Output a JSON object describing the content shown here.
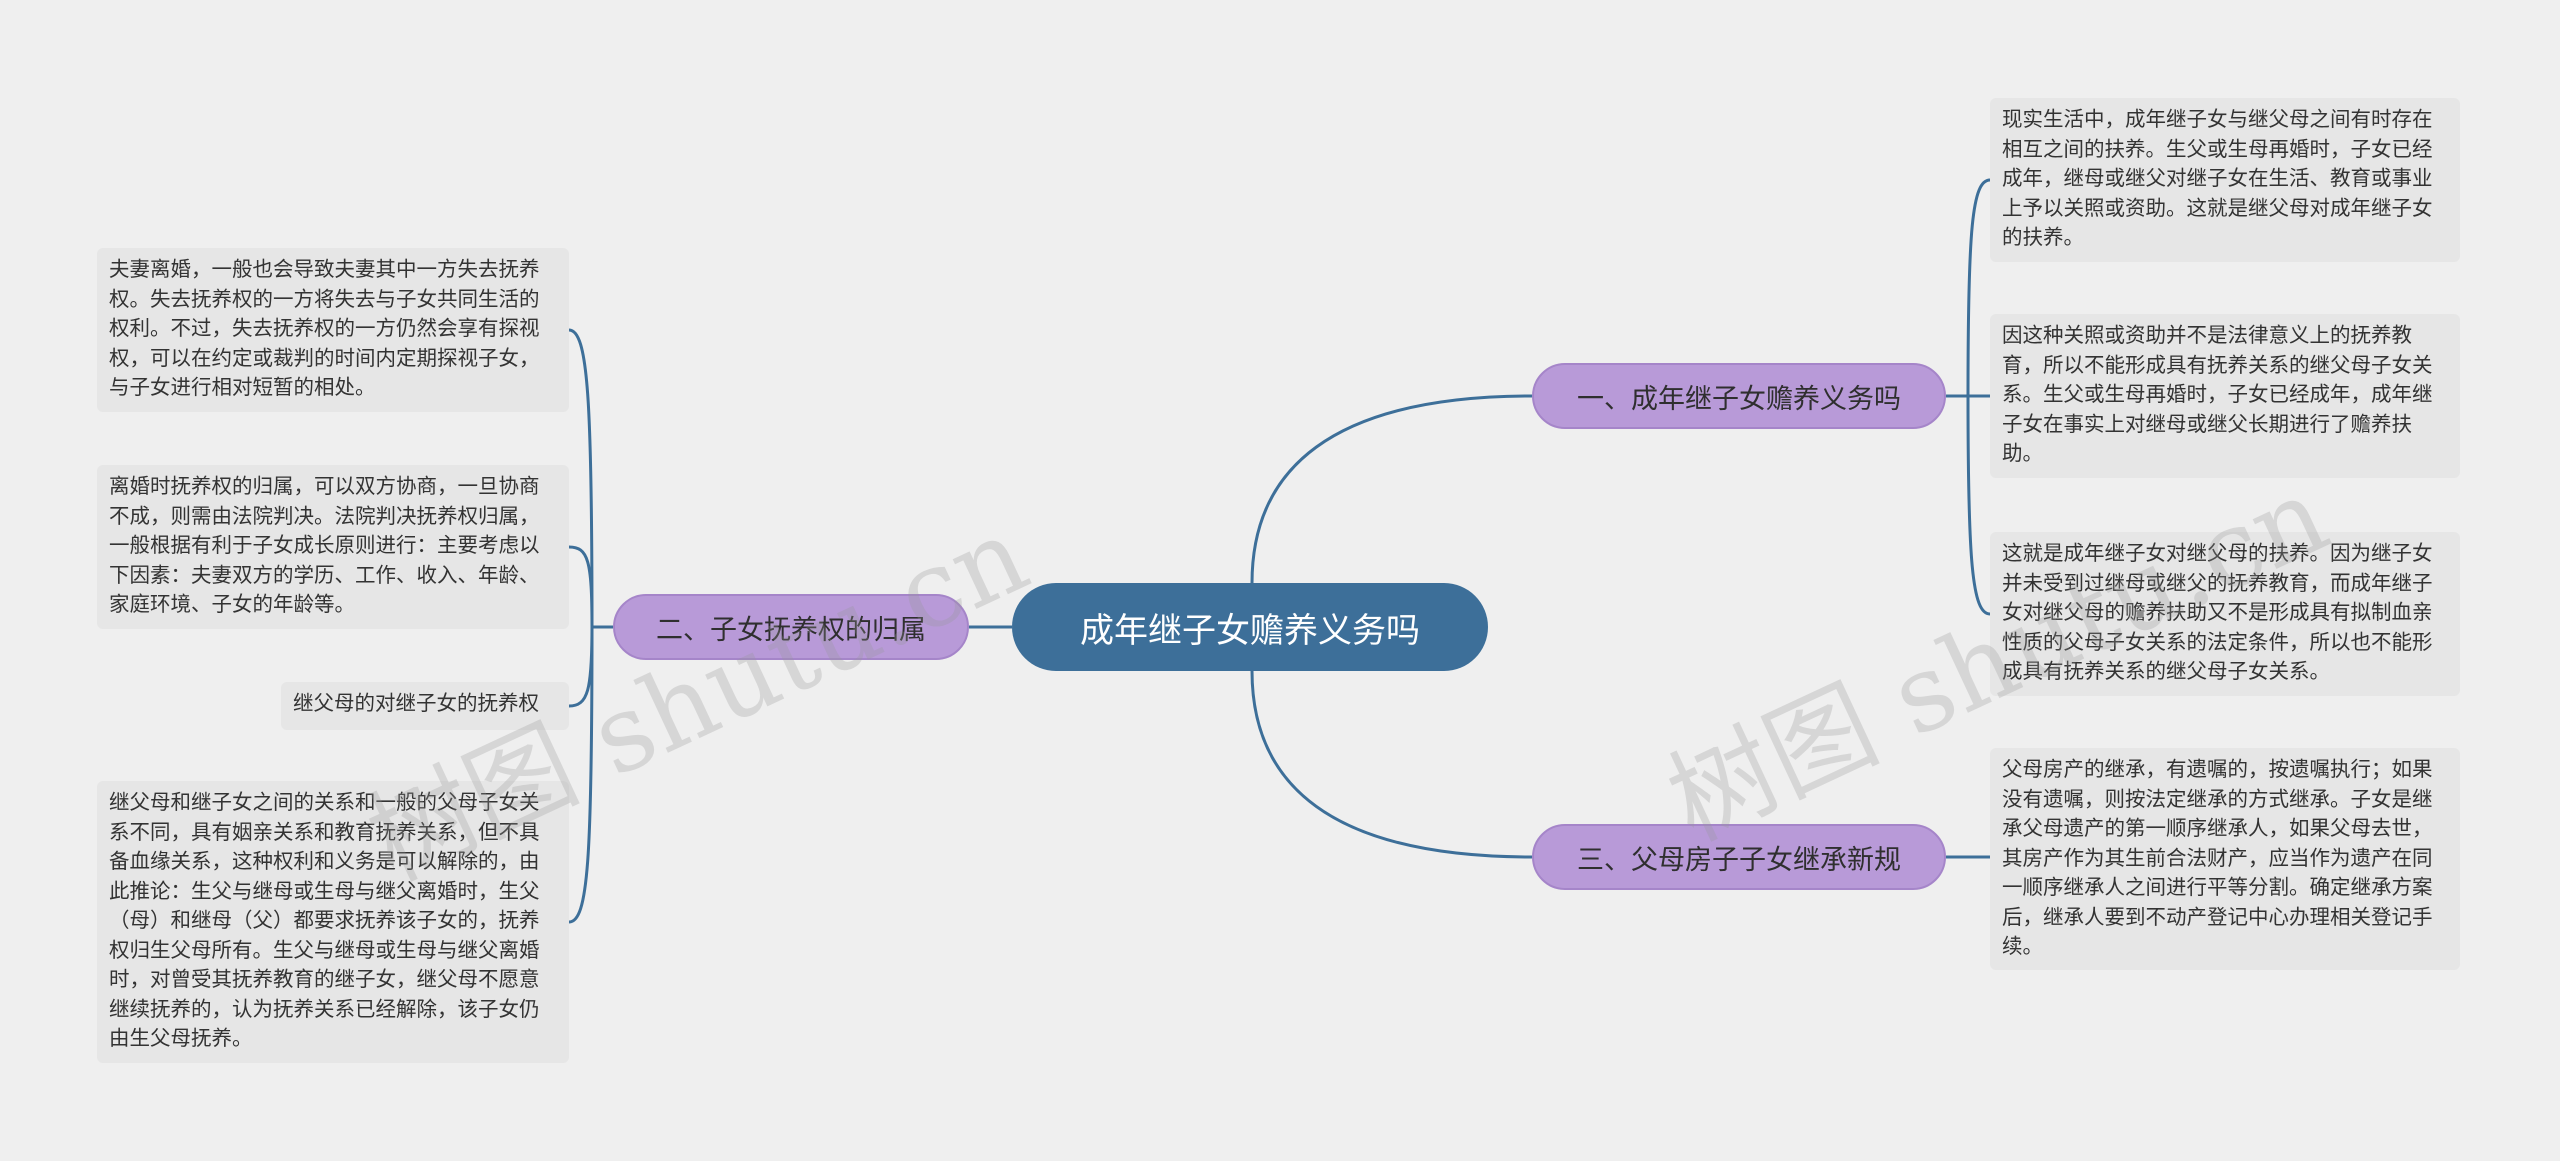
{
  "root": {
    "label": "成年继子女赡养义务吗",
    "color": "#3d6f99"
  },
  "branches": [
    {
      "label": "一、成年继子女赡养义务吗"
    },
    {
      "label": "二、子女抚养权的归属"
    },
    {
      "label": "三、父母房子子女继承新规"
    }
  ],
  "leaves": {
    "right": [
      "现实生活中，成年继子女与继父母之间有时存在相互之间的扶养。生父或生母再婚时，子女已经成年，继母或继父对继子女在生活、教育或事业上予以关照或资助。这就是继父母对成年继子女的扶养。",
      "因这种关照或资助并不是法律意义上的抚养教育，所以不能形成具有抚养关系的继父母子女关系。生父或生母再婚时，子女已经成年，成年继子女在事实上对继母或继父长期进行了赡养扶助。",
      "这就是成年继子女对继父母的扶养。因为继子女并未受到过继母或继父的抚养教育，而成年继子女对继父母的赡养扶助又不是形成具有拟制血亲性质的父母子女关系的法定条件，所以也不能形成具有抚养关系的继父母子女关系。",
      "父母房产的继承，有遗嘱的，按遗嘱执行；如果没有遗嘱，则按法定继承的方式继承。子女是继承父母遗产的第一顺序继承人，如果父母去世，其房产作为其生前合法财产，应当作为遗产在同一顺序继承人之间进行平等分割。确定继承方案后，继承人要到不动产登记中心办理相关登记手续。"
    ],
    "left": [
      "夫妻离婚，一般也会导致夫妻其中一方失去抚养权。失去抚养权的一方将失去与子女共同生活的权利。不过，失去抚养权的一方仍然会享有探视权，可以在约定或裁判的时间内定期探视子女，与子女进行相对短暂的相处。",
      "离婚时抚养权的归属，可以双方协商，一旦协商不成，则需由法院判决。法院判决抚养权归属，一般根据有利于子女成长原则进行：主要考虑以下因素：夫妻双方的学历、工作、收入、年龄、家庭环境、子女的年龄等。",
      "继父母的对继子女的抚养权",
      "继父母和继子女之间的关系和一般的父母子女关系不同，具有姻亲关系和教育抚养关系，但不具备血缘关系，这种权利和义务是可以解除的，由此推论：生父与继母或生母与继父离婚时，生父（母）和继母（父）都要求抚养该子女的，抚养权归生父母所有。生父与继母或生母与继父离婚时，对曾受其抚养教育的继子女，继父母不愿意继续抚养的，认为抚养关系已经解除，该子女仍由生父母抚养。"
    ]
  },
  "watermark": "树图 shutu.cn",
  "colors": {
    "background": "#efefef",
    "root": "#3d6f99",
    "branch": "#b89ad8",
    "leaf": "#e6e6e6",
    "link": "#3d6f99"
  }
}
